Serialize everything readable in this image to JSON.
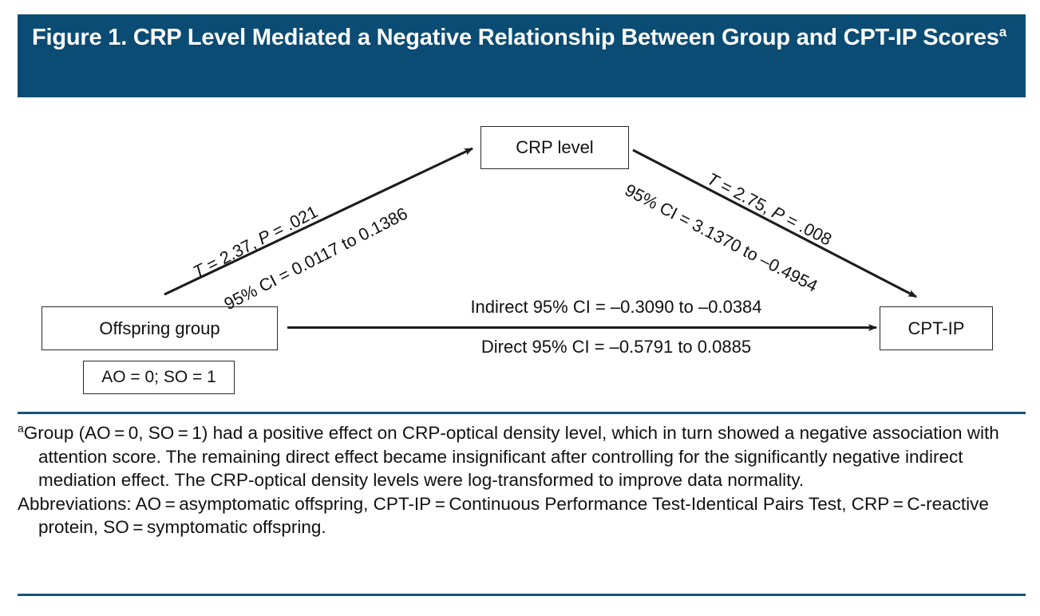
{
  "figure": {
    "title": "Figure 1. CRP Level Mediated a Negative Relationship Between Group and CPT-IP Scores",
    "title_superscript": "a",
    "header_color": "#0b4c74",
    "rule_color": "#14537a"
  },
  "chart_data": {
    "type": "diagram",
    "title": "Figure 1. CRP Level Mediated a Negative Relationship Between Group and CPT-IP Scores",
    "nodes": [
      {
        "id": "group",
        "label": "Offspring group"
      },
      {
        "id": "group_coding",
        "label": "AO = 0; SO = 1"
      },
      {
        "id": "crp",
        "label": "CRP level"
      },
      {
        "id": "cptip",
        "label": "CPT-IP"
      }
    ],
    "edges": [
      {
        "id": "path-a",
        "from": "group",
        "to": "crp",
        "line1": "T = 2.37, P = .021",
        "line2": "95% CI = 0.0117 to 0.1386",
        "stat": "T",
        "t_value": 2.37,
        "p_value": 0.021,
        "ci_low": 0.0117,
        "ci_high": 0.1386
      },
      {
        "id": "path-b",
        "from": "crp",
        "to": "cptip",
        "line1": "T = 2.75, P = .008",
        "line2": "95% CI = 3.1370 to –0.4954",
        "stat": "T",
        "t_value": 2.75,
        "p_value": 0.008,
        "ci_low": 3.137,
        "ci_high": -0.4954
      },
      {
        "id": "path-c",
        "from": "group",
        "to": "cptip",
        "line1": "Indirect 95% CI = –0.3090 to –0.0384",
        "line2": "Direct 95% CI = –0.5791 to 0.0885",
        "indirect_ci_low": -0.309,
        "indirect_ci_high": -0.0384,
        "direct_ci_low": -0.5791,
        "direct_ci_high": 0.0885
      }
    ]
  },
  "labels": {
    "box_crp": "CRP level",
    "box_group": "Offspring group",
    "box_coding": "AO = 0; SO = 1",
    "box_cptip": "CPT-IP",
    "path_a_line1": "T = 2.37, P = .021",
    "path_a_line1_ital_1": "T",
    "path_a_line1_mid": " = 2.37, ",
    "path_a_line1_ital_2": "P",
    "path_a_line1_end": " = .021",
    "path_a_line2": "95% CI = 0.0117 to 0.1386",
    "path_b_line1_ital_1": "T",
    "path_b_line1_mid": " = 2.75, ",
    "path_b_line1_ital_2": "P",
    "path_b_line1_end": " = .008",
    "path_b_line2": "95% CI = 3.1370 to –0.4954",
    "indirect": "Indirect 95% CI = –0.3090 to –0.0384",
    "direct": "Direct 95% CI = –0.5791 to 0.0885"
  },
  "footnote": {
    "marker": "a",
    "paragraph1": "Group (AO = 0, SO = 1) had a positive effect on CRP-optical density level, which in turn showed a negative association with attention score. The remaining direct effect became insignificant after controlling for the significantly negative indirect mediation effect. The CRP-optical density levels were log-transformed to improve data normality.",
    "paragraph2": "Abbreviations: AO = asymptomatic offspring, CPT-IP = Continuous Performance Test-Identical Pairs Test, CRP = C-reactive protein, SO = symptomatic offspring."
  }
}
